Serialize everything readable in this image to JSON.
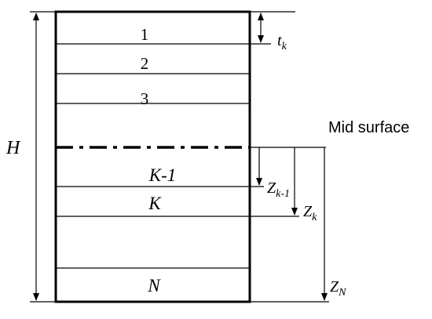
{
  "diagram": {
    "layers": {
      "first": "1",
      "second": "2",
      "third": "3",
      "k_minus_1": "K-1",
      "k": "K",
      "last": "N"
    },
    "labels": {
      "height": "H",
      "thickness_base": "t",
      "thickness_sub": "k",
      "mid_surface": "Mid surface",
      "z_base": "Z",
      "z_k_minus_1_sub": "k-1",
      "z_k_sub": "k",
      "z_n_sub": "N"
    }
  }
}
